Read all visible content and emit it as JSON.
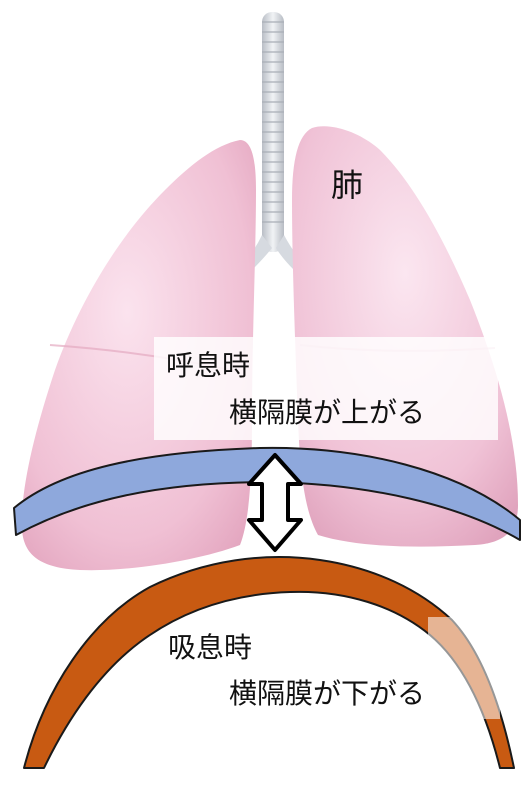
{
  "labels": {
    "lung": "肺",
    "exhale_line1": "呼息時",
    "exhale_line2": "横隔膜が上がる",
    "inhale_line1": "吸息時",
    "inhale_line2": "横隔膜が下がる"
  },
  "colors": {
    "lung_fill": "#f2c6d8",
    "trachea": "#d9dde3",
    "diaphragm_up": "#8fa9dc",
    "diaphragm_down": "#c85a12",
    "arrow_fill": "#ffffff",
    "arrow_stroke": "#000000"
  },
  "icons": [
    "double-arrow-icon"
  ]
}
